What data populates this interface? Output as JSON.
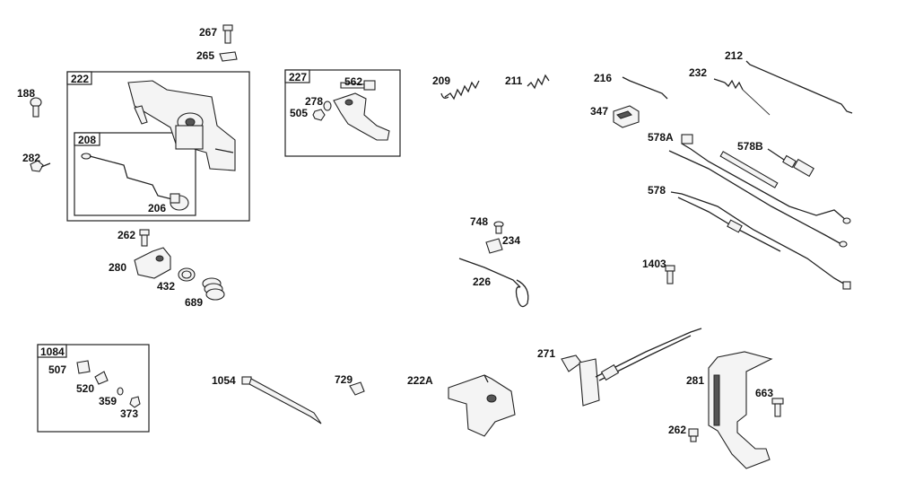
{
  "groups": [
    {
      "id": "222",
      "label": "222"
    },
    {
      "id": "208",
      "label": "208"
    },
    {
      "id": "227",
      "label": "227"
    },
    {
      "id": "1084",
      "label": "1084"
    }
  ],
  "parts": {
    "p267": "267",
    "p265": "265",
    "p188": "188",
    "p282": "282",
    "p206": "206",
    "p562": "562",
    "p278": "278",
    "p505": "505",
    "p209": "209",
    "p211": "211",
    "p216": "216",
    "p232": "232",
    "p212": "212",
    "p347": "347",
    "p578A": "578A",
    "p578B": "578B",
    "p578": "578",
    "p262a": "262",
    "p280": "280",
    "p432": "432",
    "p689": "689",
    "p748": "748",
    "p234": "234",
    "p226": "226",
    "p1403": "1403",
    "p507": "507",
    "p520": "520",
    "p359": "359",
    "p373": "373",
    "p1054": "1054",
    "p729": "729",
    "p222A": "222A",
    "p271": "271",
    "p281": "281",
    "p663": "663",
    "p262b": "262"
  }
}
